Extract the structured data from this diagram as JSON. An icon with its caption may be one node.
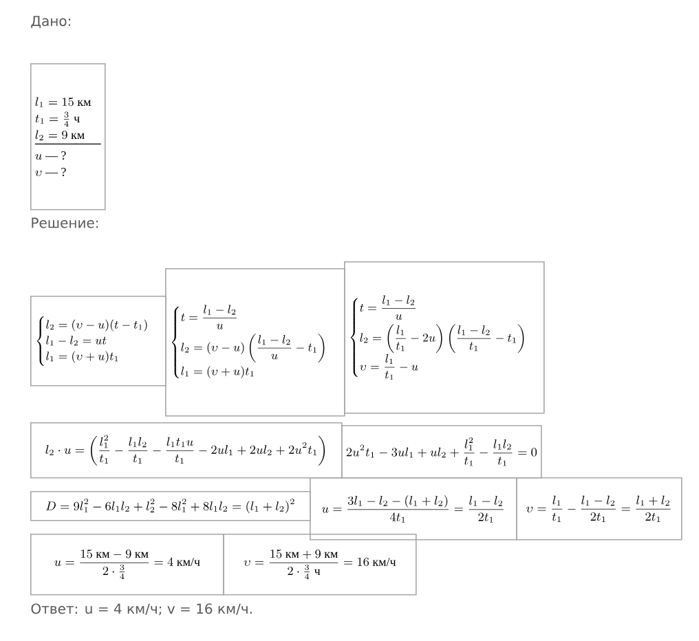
{
  "diagram": {
    "nodes": [
      {
        "text": [
          "l_1=15\\text{ км}",
          "t_1=\\frac{3}{4}\\text{ ч}",
          "l_2=9\\text{ км}",
          "u\\text{ — ?}",
          "\\upsilon\\text{ — ?}"
        ]
      },
      {
        "text": [
          "\\begin{cases} l_2=(\\upsilon-u)(t-t_1)\\\\ l_1-l_2=ut\\\\ l_1=(\\upsilon+u)t_1\\end{cases}"
        ]
      },
      {
        "text": [
          "\\begin{cases} t=\\dfrac{l_1-l_2}{u}\\\\[6pt] l_2=(\\upsilon-u)\\left(\\dfrac{l_1-l_2}{u}-t_1\\right)\\\\[6pt] l_1=(\\upsilon+u)t_1\\end{cases}"
        ]
      },
      {
        "text": [
          "\\begin{cases} t=\\dfrac{l_1-l_2}{u}\\\\[6pt] l_2=\\left(\\dfrac{l_1}{t_1}-2u\\right)\\left(\\dfrac{l_1-l_2}{t_1}-t_1\\right)\\\\[6pt] \\upsilon=\\dfrac{l_1}{t_1}-u\\end{cases}"
        ]
      },
      {
        "text": [
          "l_2\\cdot u=\\left(\\frac{l_1^2}{t_1}-\\frac{l_1l_2}{t_1}-\\frac{l_1t_1u}{t_1}-2ul_1+2ul_2+2u^2t_1\\right)"
        ]
      },
      {
        "text": [
          "2u^2t_1-3ul_1+ul_2+\\frac{l_1^2}{t_1}-\\frac{l_1l_2}{t_1}=0"
        ]
      },
      {
        "text": [
          "D=9l_1^2-6l_1l_2+l_2^2-8l_1^2+8l_1l_2=(l_1+l_2)^2"
        ]
      },
      {
        "text": [
          "u=\\frac{3l_1-l_2-(l_1+l_2)}{4t_1}=\\frac{l_1-l_2}{2t_1}"
        ]
      },
      {
        "text": [
          "\\upsilon=\\frac{l_1}{t_1}-\\frac{l_1-l_2}{2t_1}=\\frac{l_1+l_2}{2t_1}"
        ]
      },
      {
        "text": [
          "u=\\frac{15\\text{ км}-9\\text{ км}}{2\\cdot\\frac{3}{4}}=4\\text{ км/ч}"
        ]
      },
      {
        "text": [
          "\\upsilon=\\frac{15\\text{ км}+9\\text{ км}}{2\\cdot\\frac{3}{4}\\text{ ч}}=16\\text{ км/ч}"
        ]
      }
    ],
    "labels": [
      "Дано:",
      "Решение:",
      "Ответ: u = 4 км/ч; v = 16 км/ч."
    ]
  }
}
